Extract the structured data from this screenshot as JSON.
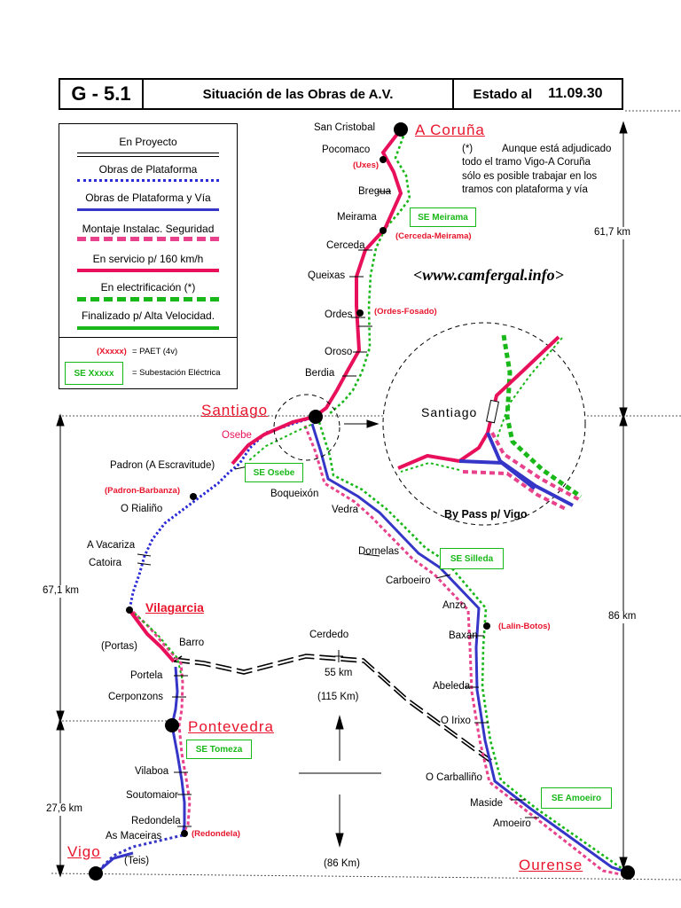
{
  "header": {
    "code": "G - 5.1",
    "title": "Situación de las Obras de A.V.",
    "estado_label": "Estado al",
    "date": "11.09.30"
  },
  "legend": {
    "items": [
      {
        "label": "En Proyecto",
        "style": "double-black",
        "color": "#000000"
      },
      {
        "label": "Obras de Plataforma",
        "style": "dotted-blue",
        "color": "#2b2bd8"
      },
      {
        "label": "Obras de Plataforma y Vía",
        "style": "solid-blue",
        "color": "#3535c8"
      },
      {
        "label": "Montaje Instalac. Seguridad",
        "style": "dashed-pink",
        "color": "#e8428c"
      },
      {
        "label": "En servicio p/ 160 km/h",
        "style": "solid-pink",
        "color": "#e8105a"
      },
      {
        "label": "En electrificación (*)",
        "style": "dashed-green",
        "color": "#18b818"
      },
      {
        "label": "Finalizado p/ Alta Velocidad.",
        "style": "solid-green",
        "color": "#18b818"
      }
    ],
    "paet_sample": "(Xxxxx)",
    "paet_text": "= PAET (4v)",
    "se_sample": "SE Xxxxx",
    "se_text": "= Subestación Eléctrica"
  },
  "note": {
    "star": "(*)",
    "lines": [
      "Aunque está adjudicado",
      "todo el tramo Vigo-A Coruña",
      "sólo es posible trabajar en los",
      "tramos con plataforma y vía"
    ]
  },
  "website": "<www.camfergal.info>",
  "cities": {
    "a_coruna": "A Coruña",
    "santiago": "Santiago",
    "vilagarcia": "Vilagarcia",
    "pontevedra": "Pontevedra",
    "vigo": "Vigo",
    "ourense": "Ourense"
  },
  "stations": {
    "san_cristobal": "San Cristobal",
    "pocomaco": "Pocomaco",
    "bregua": "Bregua",
    "meirama": "Meirama",
    "cerceda": "Cerceda",
    "queixas": "Queixas",
    "ordes": "Ordes",
    "oroso": "Oroso",
    "berdia": "Berdia",
    "osebe": "Osebe",
    "padron": "Padron (A Escravitude)",
    "o_rialino": "O Rialiño",
    "a_vacariza": "A Vacariza",
    "catoira": "Catoira",
    "portas": "(Portas)",
    "barro": "Barro",
    "portela": "Portela",
    "cerponzons": "Cerponzons",
    "vilaboa": "Vilaboa",
    "soutomaior": "Soutomaior",
    "redondela": "Redondela",
    "as_maceiras": "As Maceiras",
    "teis": "(Teis)",
    "boqueixon": "Boqueixón",
    "vedra": "Vedra",
    "dornelas": "Dornelas",
    "carboeiro": "Carboeiro",
    "anzo": "Anzo",
    "baxan": "Baxan",
    "abeleda": "Abeleda",
    "o_irixo": "O Irixo",
    "o_carballino": "O Carballiño",
    "maside": "Maside",
    "amoeiro": "Amoeiro",
    "cerdedo": "Cerdedo"
  },
  "paet": {
    "uxes": "(Uxes)",
    "cerceda_meirama": "(Cerceda-Meirama)",
    "ordes_fosado": "(Ordes-Fosado)",
    "padron_barbanza": "(Padron-Barbanza)",
    "lalin_botos": "(Lalin-Botos)",
    "redondela": "(Redondela)"
  },
  "substations": {
    "meirama": "SE Meirama",
    "osebe": "SE Osebe",
    "silleda": "SE Silleda",
    "tomeza": "SE Tomeza",
    "amoeiro": "SE Amoeiro"
  },
  "distances": {
    "coruna_santiago": "61,7 km",
    "santiago_vilagarcia": "67,1 km",
    "pontevedra_vigo": "27,6 km",
    "santiago_ourense": "86 km",
    "cerdedo_55": "55 km",
    "km_115": "(115 Km)",
    "km_86": "(86 Km)"
  },
  "inset": {
    "label": "Santiago",
    "bypass": "By Pass p/ Vigo"
  }
}
